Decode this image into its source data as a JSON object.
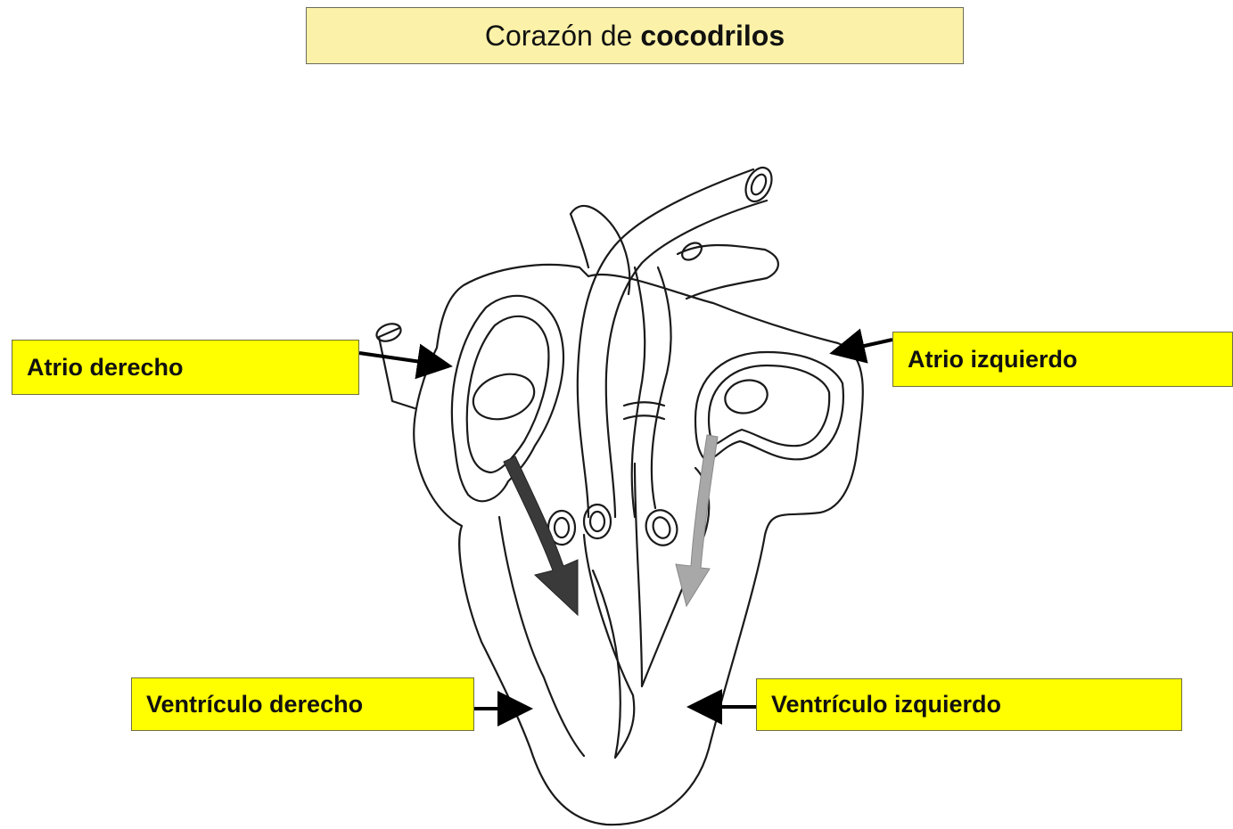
{
  "title": {
    "prefix": "Corazón de",
    "emphasis": "cocodrilos"
  },
  "labels": {
    "atrio_derecho": "Atrio derecho",
    "atrio_izquierdo": "Atrio izquierdo",
    "ventriculo_derecho": "Ventrículo derecho",
    "ventriculo_izquierdo": "Ventrículo izquierdo"
  },
  "colors": {
    "title_background": "#fbf1a8",
    "label_background": "#ffff00",
    "outline": "#1a1a1a",
    "deoxygenated_arrow": "#3a3a3a",
    "oxygenated_arrow": "#a8a8a8"
  }
}
